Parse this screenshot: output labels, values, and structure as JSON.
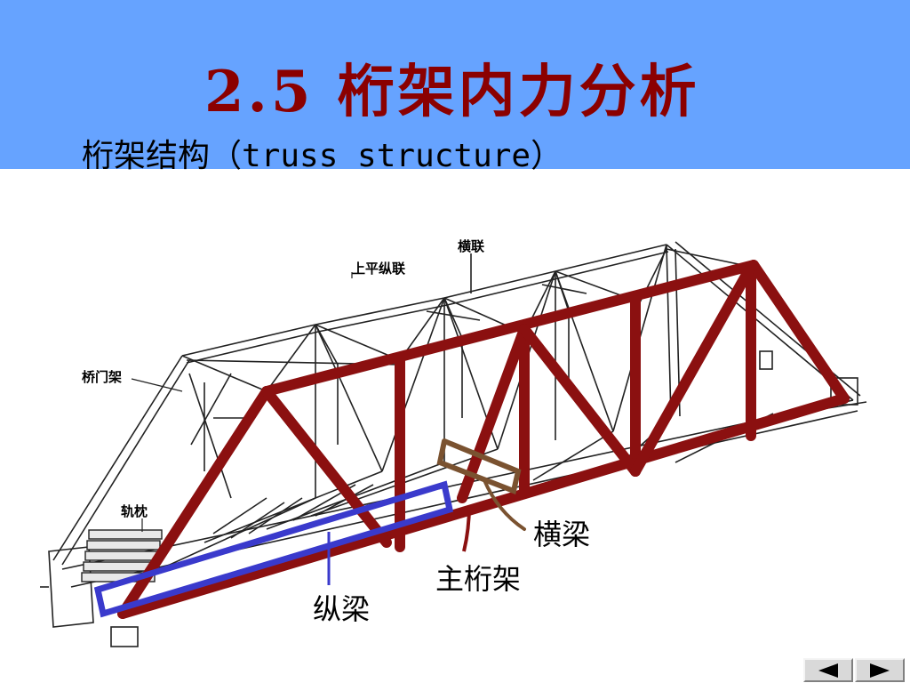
{
  "header": {
    "title": "2.5 桁架内力分析",
    "subtitle": "桁架结构（truss structure）"
  },
  "diagram": {
    "labels": {
      "transverse_bracing": "横联",
      "top_lateral_bracing": "上平纵联",
      "portal_frame": "桥门架",
      "sleepers": "轨枕",
      "floor_beam": "横梁",
      "main_truss": "主桁架",
      "stringer": "纵梁"
    },
    "colors": {
      "header_bg": "#66a3ff",
      "title": "#8b0000",
      "main_truss": "#8b1010",
      "stringer": "#3a3acc",
      "floor_beam": "#7a5230",
      "line_art": "#222222"
    }
  },
  "navigation": {
    "prev_icon": "triangle-left-icon",
    "next_icon": "triangle-right-icon"
  }
}
